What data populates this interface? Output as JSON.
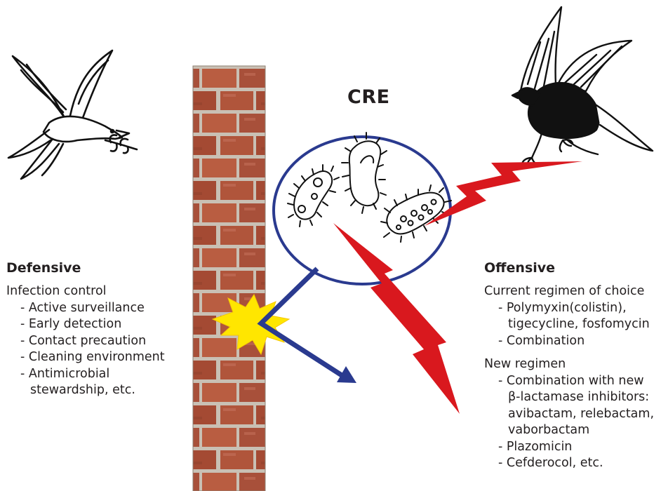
{
  "center": {
    "label": "CRE"
  },
  "defensive": {
    "title": "Defensive",
    "subtitle": "Infection control",
    "items": [
      "- Active surveillance",
      "- Early detection",
      "- Contact precaution",
      "- Cleaning environment",
      "- Antimicrobial",
      "stewardship, etc."
    ]
  },
  "offensive": {
    "title": "Offensive",
    "current": {
      "title": "Current regimen of choice",
      "items": [
        "- Polymyxin(colistin),",
        "tigecycline, fosfomycin",
        "- Combination"
      ]
    },
    "new": {
      "title": "New regimen",
      "items": [
        "- Combination with new",
        "β-lactamase inhibitors:",
        "avibactam, relebactam,",
        "vaborbactam",
        "- Plazomicin",
        "- Cefderocol, etc."
      ]
    }
  },
  "colors": {
    "brick": "#b0553b",
    "mortar": "#c9c0b4",
    "circle": "#2a3a8f",
    "bolt": "#d9181e",
    "blue_arrow": "#2a3a8f",
    "explosion": "#ffe600"
  }
}
